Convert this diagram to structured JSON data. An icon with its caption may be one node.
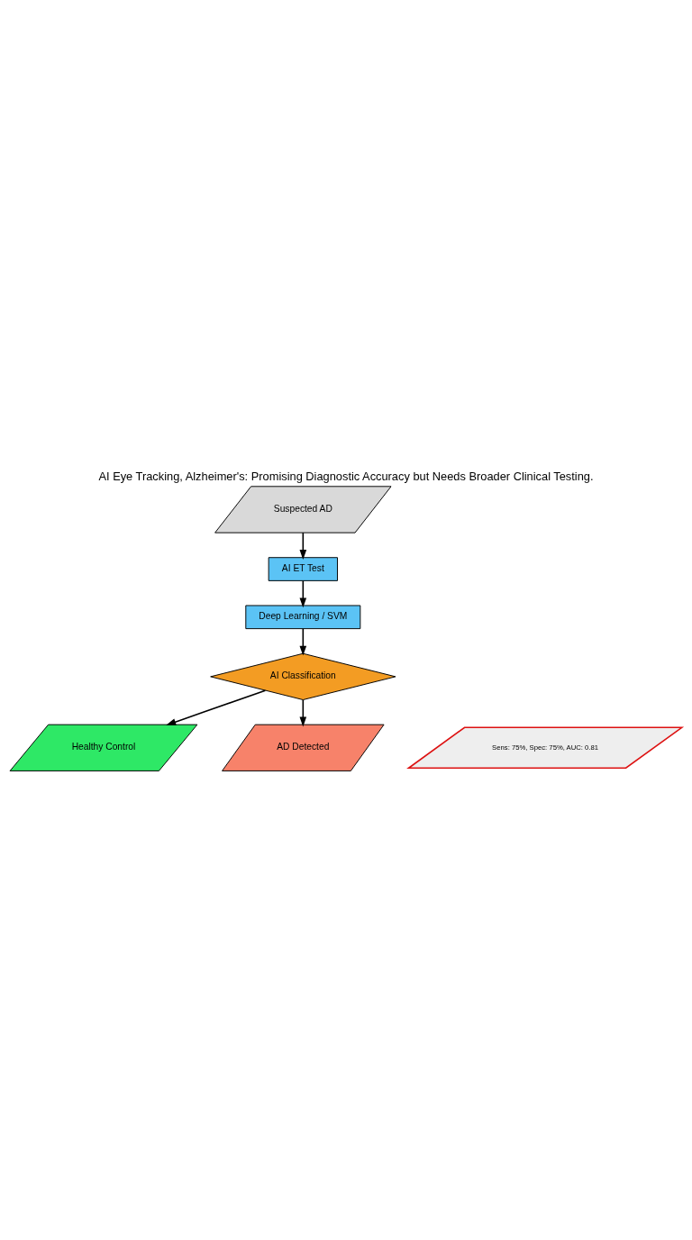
{
  "diagram": {
    "title": "AI Eye Tracking, Alzheimer's: Promising Diagnostic Accuracy but Needs Broader Clinical Testing.",
    "nodes": [
      {
        "text": [
          "Suspected AD"
        ]
      },
      {
        "text": [
          "AI ET Test"
        ]
      },
      {
        "text": [
          "Deep Learning / SVM"
        ]
      },
      {
        "text": [
          "AI Classification"
        ]
      },
      {
        "text": [
          "Healthy Control"
        ]
      },
      {
        "text": [
          "AD Detected"
        ]
      },
      {
        "text": [
          "Sens: 75%, Spec: 75%, AUC: 0.81"
        ]
      }
    ],
    "edges": [
      {
        "from": 0,
        "to": 1,
        "arrow": "to"
      },
      {
        "from": 1,
        "to": 2,
        "arrow": "to"
      },
      {
        "from": 2,
        "to": 3,
        "arrow": "to"
      },
      {
        "from": 3,
        "to": 4,
        "arrow": "to"
      },
      {
        "from": 3,
        "to": 5,
        "arrow": "to"
      }
    ]
  }
}
